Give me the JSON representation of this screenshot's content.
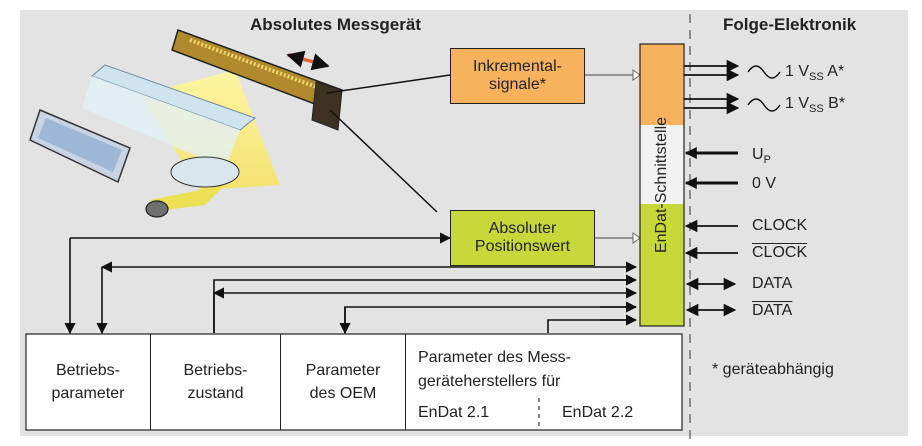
{
  "headers": {
    "left": "Absolutes Messgerät",
    "right": "Folge-Elektronik"
  },
  "boxes": {
    "incremental": [
      "Inkremental-",
      "signale*"
    ],
    "absolute": [
      "Absoluter",
      "Positionswert"
    ]
  },
  "interface_label": "EnDat-Schnittstelle",
  "signals": {
    "a": {
      "main": "1 V",
      "sub": "SS",
      "suffix": " A*"
    },
    "b": {
      "main": "1 V",
      "sub": "SS",
      "suffix": " B*"
    },
    "up": {
      "main": "U",
      "sub": "P"
    },
    "zero": "0 V",
    "clock": "CLOCK",
    "clock_bar": "CLOCK",
    "data": "DATA",
    "data_bar": "DATA"
  },
  "parameter_cells": {
    "betriebsparameter": "Betriebs-\nparameter",
    "betriebszustand": "Betriebs-\nzustand",
    "oem": "Parameter\ndes OEM",
    "hersteller_title": [
      "Parameter des Mess-",
      "geräteherstellers für"
    ],
    "endat21": "EnDat 2.1",
    "endat22": "EnDat 2.2"
  },
  "footnote": "* geräteabhängig",
  "colors": {
    "orange": "#f6b25c",
    "green": "#c7d93a",
    "panel": "#e3e3e3"
  }
}
